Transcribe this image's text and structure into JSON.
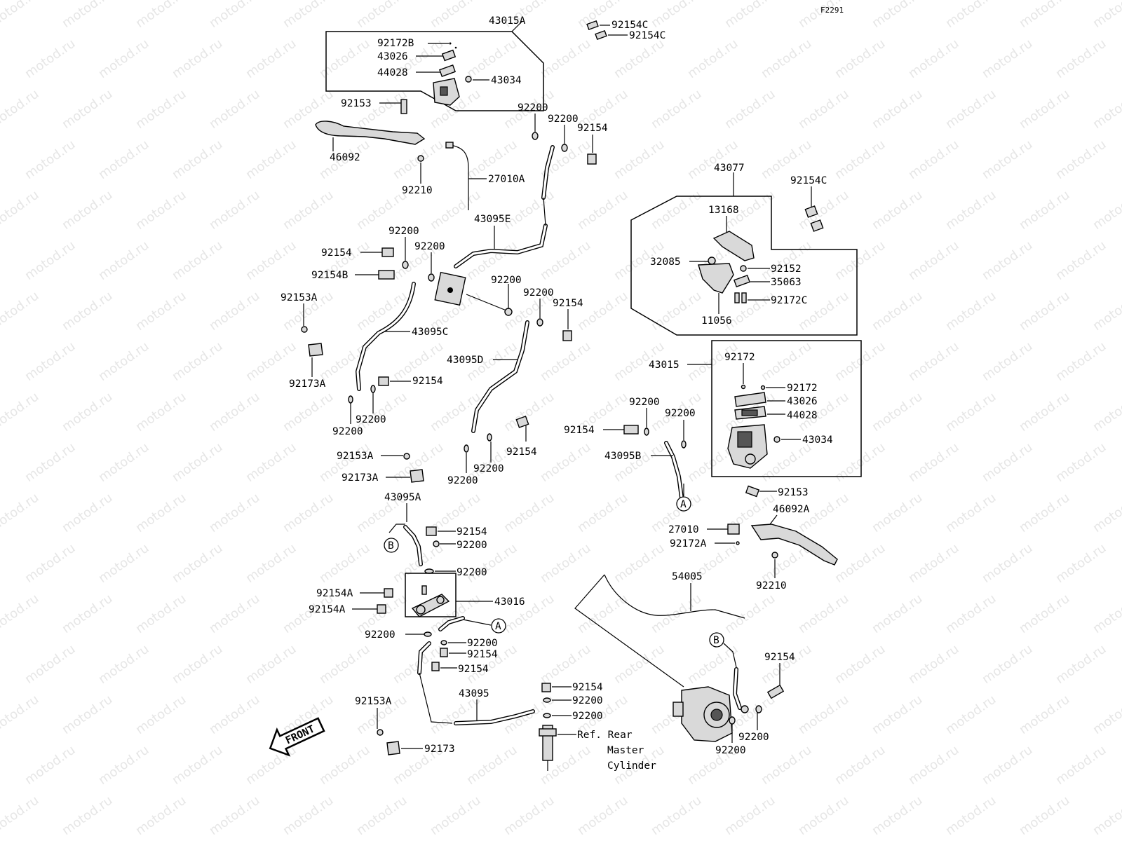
{
  "figure_code": "F2291",
  "labels": {
    "l_43015A": "43015A",
    "l_92154C_a": "92154C",
    "l_92154C_b": "92154C",
    "l_92172B": "92172B",
    "l_43026_a": "43026",
    "l_44028_a": "44028",
    "l_43034_a": "43034",
    "l_92153_a": "92153",
    "l_46092": "46092",
    "l_92210_a": "92210",
    "l_27010A": "27010A",
    "l_92200_t1": "92200",
    "l_92200_t2": "92200",
    "l_92154_t1": "92154",
    "l_43095E": "43095E",
    "l_92200_m1": "92200",
    "l_92154_m1": "92154",
    "l_92200_m2": "92200",
    "l_92154B": "92154B",
    "l_92153A_a": "92153A",
    "l_92200_m3": "92200",
    "l_92200_m4": "92200",
    "l_92154_m2": "92154",
    "l_43095C": "43095C",
    "l_43095D": "43095D",
    "l_92173A_a": "92173A",
    "l_92154_m3": "92154",
    "l_92200_m5": "92200",
    "l_92200_m6": "92200",
    "l_92154_m4": "92154",
    "l_92200_m7": "92200",
    "l_92200_m8": "92200",
    "l_92153A_b": "92153A",
    "l_92173A_b": "92173A",
    "l_43095A": "43095A",
    "l_92154_b1": "92154",
    "l_92200_b1": "92200",
    "l_92200_b2": "92200",
    "l_92154A_a": "92154A",
    "l_43016": "43016",
    "l_92154A_b": "92154A",
    "l_92200_b3": "92200",
    "l_92200_b4": "92200",
    "l_92154_b2": "92154",
    "l_92154_b3": "92154",
    "l_43095": "43095",
    "l_92154_b4": "92154",
    "l_92200_b5": "92200",
    "l_92200_b6": "92200",
    "l_92153A_c": "92153A",
    "l_92173": "92173",
    "l_ref1": "Ref. Rear",
    "l_ref2": "Master",
    "l_ref3": "Cylinder",
    "l_43077": "43077",
    "l_92154C_c": "92154C",
    "l_13168": "13168",
    "l_32085": "32085",
    "l_92152": "92152",
    "l_35063": "35063",
    "l_92172C": "92172C",
    "l_11056": "11056",
    "l_43015": "43015",
    "l_92172_a": "92172",
    "l_92172_b": "92172",
    "l_43026_b": "43026",
    "l_44028_b": "44028",
    "l_43034_b": "43034",
    "l_92200_r1": "92200",
    "l_92200_r2": "92200",
    "l_92154_r1": "92154",
    "l_43095B": "43095B",
    "l_92153_b": "92153",
    "l_46092A": "46092A",
    "l_27010": "27010",
    "l_92172A": "92172A",
    "l_92210_b": "92210",
    "l_54005": "54005",
    "l_92154_r2": "92154",
    "l_92200_r3": "92200",
    "l_92200_r4": "92200"
  },
  "refs": {
    "A1": "A",
    "A2": "A",
    "B1": "B",
    "B2": "B"
  },
  "front_arrow": "FRONT",
  "watermark": "motod.ru"
}
